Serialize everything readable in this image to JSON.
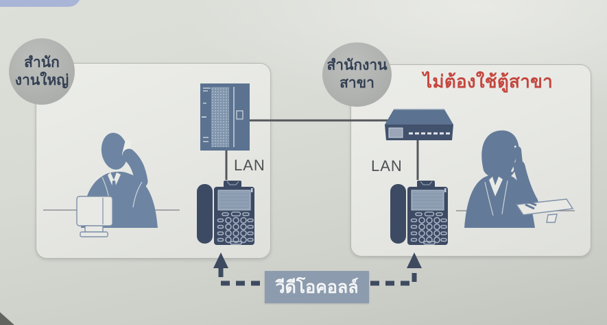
{
  "head_office": {
    "line1": "สำนัก",
    "line2": "งานใหญ่"
  },
  "branch_office": {
    "line1": "สำนักงาน",
    "line2": "สาขา",
    "note": "ไม่ต้องใช้ตู้สาขา"
  },
  "lan_left": "LAN",
  "lan_right": "LAN",
  "video_call": "วีดีโอคอลล์",
  "icons": {
    "pbx": "ip-pbx-rack-icon",
    "switch": "network-switch-icon",
    "phone_left": "ip-phone-icon",
    "phone_right": "ip-phone-icon",
    "caller_left": "man-on-phone-illustration",
    "caller_right": "woman-on-phone-illustration",
    "arrows": "up-arrow-icon"
  },
  "colors": {
    "note": "#c5463e",
    "device": "#5b7290",
    "device_dark": "#42516c",
    "phone": "#3d4a63",
    "figure": "#6d84a2",
    "figure2": "#647a99",
    "label_box": "#8c9bad",
    "circle_text": "#333f52",
    "connector": "#54575a",
    "dash": "#3e4a5f",
    "lan_text": "#4c5053",
    "tab": "#a9b5d6"
  }
}
